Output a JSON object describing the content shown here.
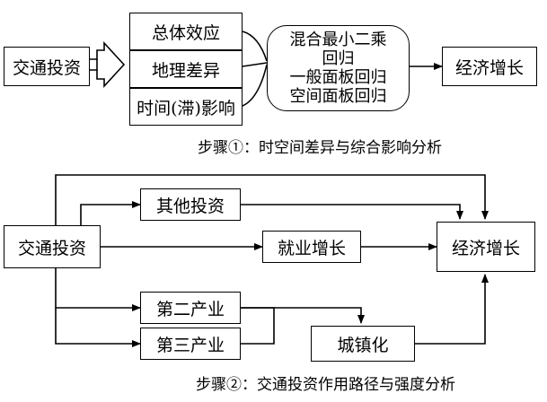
{
  "step1": {
    "source": "交通投资",
    "effects": [
      "总体效应",
      "地理差异",
      "时间(滞)影响"
    ],
    "methods": [
      "混合最小二乘",
      "回归",
      "一般面板回归",
      "空间面板回归"
    ],
    "target": "经济增长",
    "caption": "步骤①：时空间差异与综合影响分析"
  },
  "step2": {
    "source": "交通投资",
    "other_investment": "其他投资",
    "employment": "就业增长",
    "secondary_industry": "第二产业",
    "tertiary_industry": "第三产业",
    "urbanization": "城镇化",
    "target": "经济增长",
    "caption": "步骤②：交通投资作用路径与强度分析"
  }
}
